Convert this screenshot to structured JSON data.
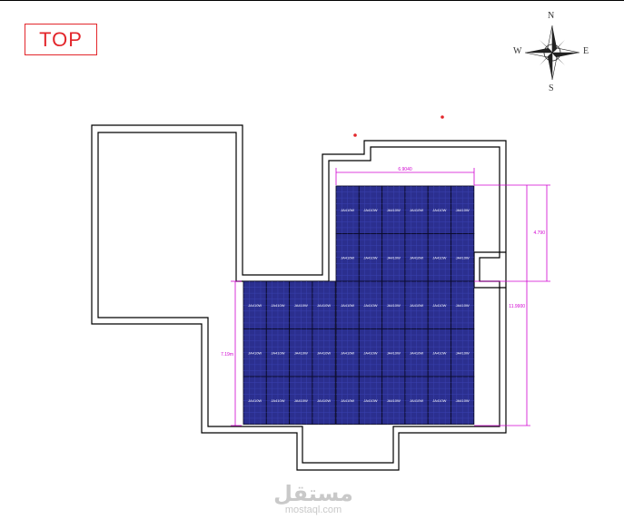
{
  "view_label": "TOP",
  "compass": {
    "north": "N",
    "south": "S",
    "east": "E",
    "west": "W"
  },
  "panel_label": "JA410W",
  "dimensions": {
    "top_width": "6.9040",
    "right_upper_height": "4.790",
    "right_total_height": "11.9900",
    "left_height": "7.19m"
  },
  "colors": {
    "label_red": "#e3262b",
    "panel_blue": "#2b2f8f",
    "panel_cell": "#3b42b0",
    "dimension_magenta": "#d100d1"
  },
  "watermark": {
    "arabic": "مستقل",
    "latin": "mostaql.com"
  }
}
